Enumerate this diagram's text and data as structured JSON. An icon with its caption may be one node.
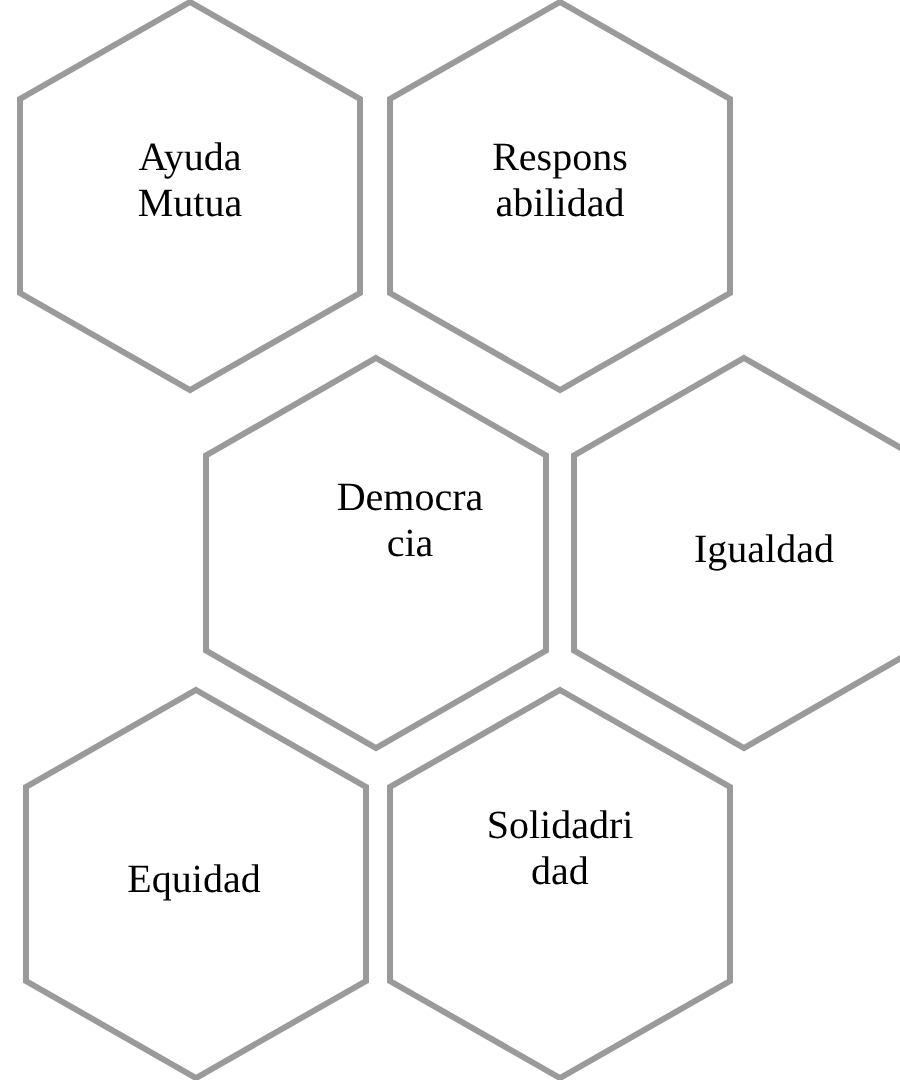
{
  "diagram": {
    "nodes": [
      {
        "text": [
          "Ayuda Mutua"
        ]
      },
      {
        "text": [
          "Respons abilidad"
        ]
      },
      {
        "text": [
          "Democra cia"
        ]
      },
      {
        "text": [
          "Igualdad"
        ]
      },
      {
        "text": [
          "Equidad"
        ]
      },
      {
        "text": [
          "Solidadri dad"
        ]
      }
    ]
  }
}
